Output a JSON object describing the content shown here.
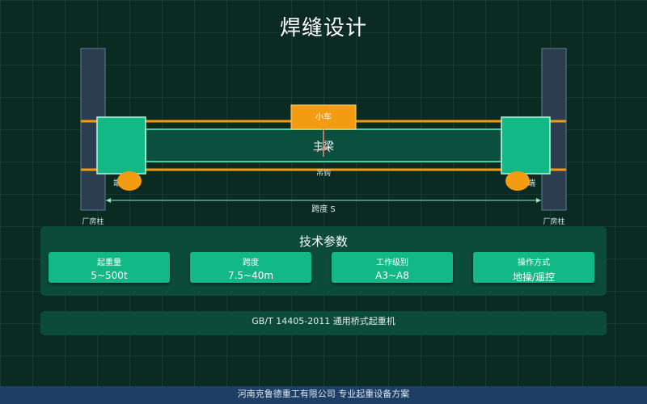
{
  "title": "焊缝设计",
  "diagram": {
    "column_label_left": "厂房柱",
    "column_label_right": "厂房柱",
    "trolley_label": "小车",
    "main_girder_label": "主梁",
    "hook_label": "吊钩",
    "end_label_left": "端",
    "end_label_right": "端",
    "span_label": "跨度 S"
  },
  "specs": {
    "title": "技术参数",
    "items": [
      {
        "label": "起重量",
        "value": "5~500t"
      },
      {
        "label": "跨度",
        "value": "7.5~40m"
      },
      {
        "label": "工作级别",
        "value": "A3~A8"
      },
      {
        "label": "操作方式",
        "value": "地操/遥控"
      }
    ]
  },
  "standard": "GB/T 14405-2011 通用桥式起重机",
  "footer": "河南克鲁德重工有限公司 专业起重设备方案",
  "colors": {
    "background": "#0a2a22",
    "accent_green": "#12b886",
    "accent_orange": "#f39c12",
    "column": "#2b3d4f",
    "girder": "#0b4f3e",
    "footer": "#1d3f66"
  }
}
